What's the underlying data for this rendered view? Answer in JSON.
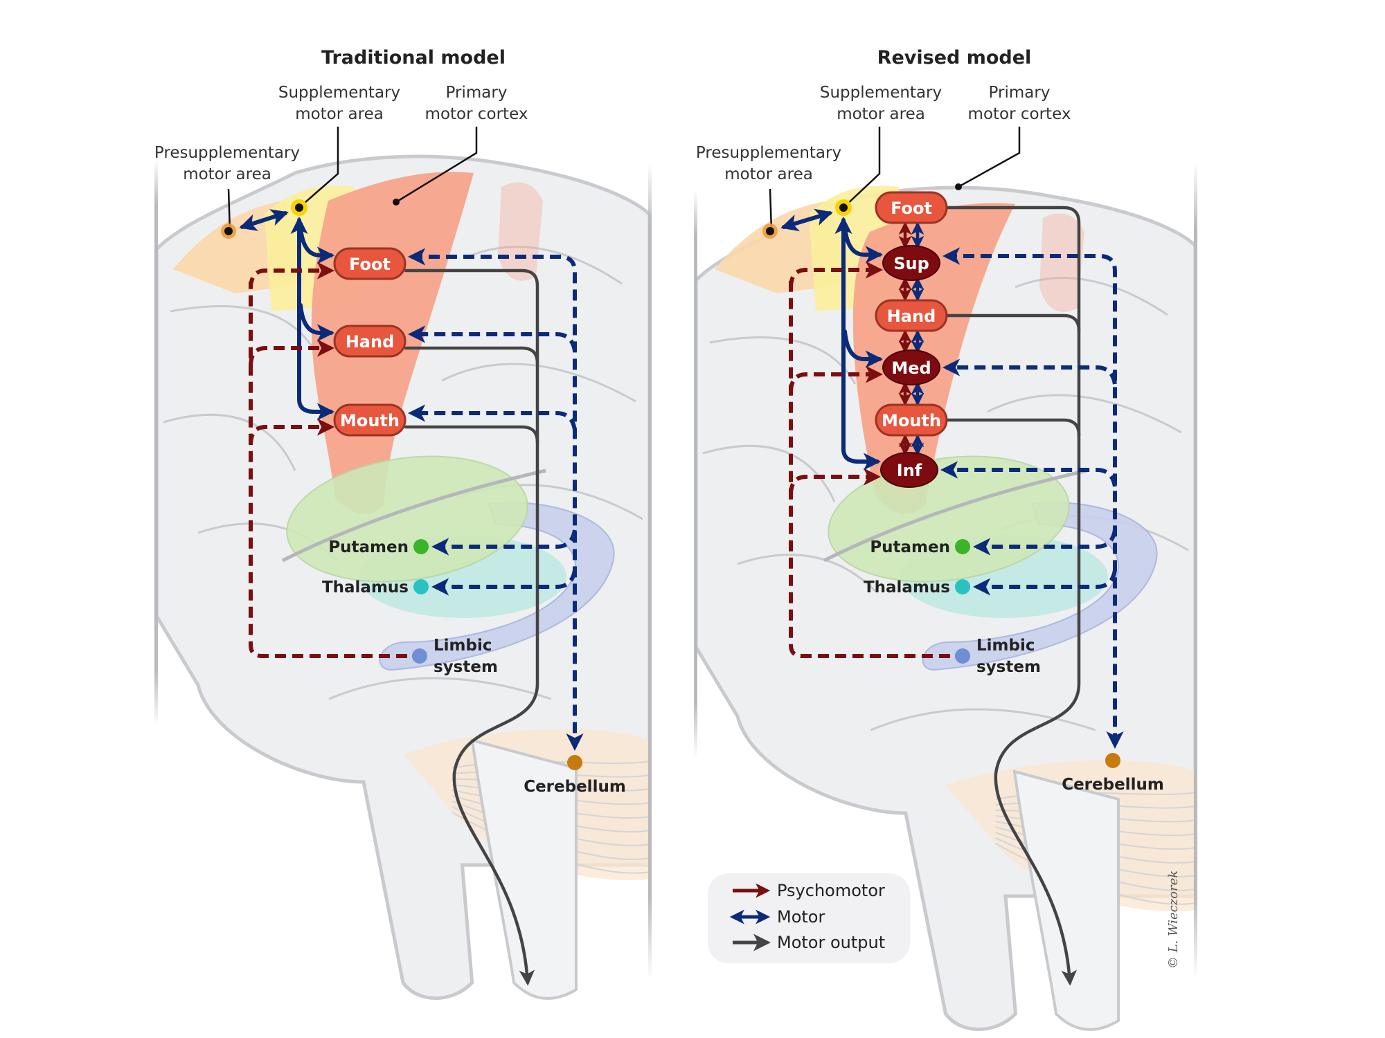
{
  "colors": {
    "psychomotor": "#7a0e10",
    "motor": "#0b2a7a",
    "motor_output": "#444444",
    "pill_fill": "#e8563e",
    "pill_stroke": "#9b3322",
    "oval_fill": "#7d0b0f",
    "oval_stroke": "#4a0508",
    "putamen_dot": "#3cb428",
    "thalamus_dot": "#28c3c0",
    "limbic_dot": "#6f8fd4",
    "cerebellum_dot": "#c67a10",
    "sma_dot": "#f5d400",
    "presma_dot": "#f09a3a",
    "brain_fill": "#eeeff1",
    "brain_line": "#c9cacd",
    "motor_cortex": "#f6a48a",
    "sma_region": "#fbee9c",
    "presma_region": "#fbd7aa",
    "putamen_region": "#cfe8b8",
    "thalamus_region": "#bde8e3",
    "limbic_region": "#c9d0ec",
    "cerebellum_region": "#fbe5cf",
    "legend_bg": "#f1f1f3"
  },
  "panels": [
    {
      "id": "traditional",
      "title": "Traditional model",
      "labels": {
        "sma": [
          "Supplementary",
          "motor area"
        ],
        "primary": [
          "Primary",
          "motor cortex"
        ],
        "presma": [
          "Presupplementary",
          "motor area"
        ]
      },
      "nodes": [
        {
          "label": "Foot",
          "kind": "pill"
        },
        {
          "label": "Hand",
          "kind": "pill"
        },
        {
          "label": "Mouth",
          "kind": "pill"
        }
      ],
      "structures": [
        {
          "label": "Putamen",
          "key": "putamen"
        },
        {
          "label": "Thalamus",
          "key": "thalamus"
        },
        {
          "label": "Limbic system",
          "lines": [
            "Limbic",
            "system"
          ],
          "key": "limbic"
        },
        {
          "label": "Cerebellum",
          "key": "cerebellum"
        }
      ]
    },
    {
      "id": "revised",
      "title": "Revised model",
      "labels": {
        "sma": [
          "Supplementary",
          "motor area"
        ],
        "primary": [
          "Primary",
          "motor cortex"
        ],
        "presma": [
          "Presupplementary",
          "motor area"
        ]
      },
      "nodes": [
        {
          "label": "Foot",
          "kind": "pill"
        },
        {
          "label": "Sup",
          "kind": "oval"
        },
        {
          "label": "Hand",
          "kind": "pill"
        },
        {
          "label": "Med",
          "kind": "oval"
        },
        {
          "label": "Mouth",
          "kind": "pill"
        },
        {
          "label": "Inf",
          "kind": "oval"
        }
      ],
      "structures": [
        {
          "label": "Putamen",
          "key": "putamen"
        },
        {
          "label": "Thalamus",
          "key": "thalamus"
        },
        {
          "label": "Limbic system",
          "lines": [
            "Limbic",
            "system"
          ],
          "key": "limbic"
        },
        {
          "label": "Cerebellum",
          "key": "cerebellum"
        }
      ]
    }
  ],
  "legend": {
    "items": [
      {
        "label": "Psychomotor",
        "type": "psychomotor",
        "arrow": "single"
      },
      {
        "label": "Motor",
        "type": "motor",
        "arrow": "double"
      },
      {
        "label": "Motor output",
        "type": "motor_output",
        "arrow": "single"
      }
    ]
  },
  "signature": "© L. Wieczorek"
}
